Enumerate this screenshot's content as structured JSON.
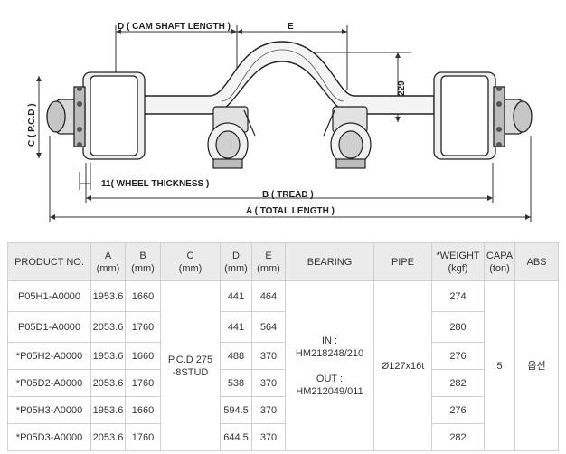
{
  "drawing": {
    "labels": {
      "cam_shaft": "D ( CAM SHAFT LENGTH )",
      "e": "E",
      "dim_229": "229",
      "pcd": "C ( P.C.D )",
      "wheel_thickness": "11( WHEEL THICKNESS )",
      "tread": "B ( TREAD )",
      "total_length": "A ( TOTAL LENGTH )"
    }
  },
  "table": {
    "headers": {
      "product": "PRODUCT NO.",
      "a": [
        "A",
        "(mm)"
      ],
      "b": [
        "B",
        "(mm)"
      ],
      "c": [
        "C",
        "(mm)"
      ],
      "d": [
        "D",
        "(mm)"
      ],
      "e": [
        "E",
        "(mm)"
      ],
      "bearing": "BEARING",
      "pipe": "PIPE",
      "weight": [
        "*WEIGHT",
        "(kgf)"
      ],
      "capa": [
        "CAPA",
        "(ton)"
      ],
      "abs": "ABS"
    },
    "rows": [
      {
        "product": "P05H1-A0000",
        "a": "1953.6",
        "b": "1660",
        "d": "441",
        "e": "464",
        "weight": "274"
      },
      {
        "product": "P05D1-A0000",
        "a": "2053.6",
        "b": "1760",
        "d": "441",
        "e": "564",
        "weight": "280"
      },
      {
        "product": "*P05H2-A0000",
        "a": "1953.6",
        "b": "1660",
        "d": "488",
        "e": "370",
        "weight": "276"
      },
      {
        "product": "*P05D2-A0000",
        "a": "2053.6",
        "b": "1760",
        "d": "538",
        "e": "370",
        "weight": "282"
      },
      {
        "product": "*P05H3-A0000",
        "a": "1953.6",
        "b": "1660",
        "d": "594.5",
        "e": "370",
        "weight": "276"
      },
      {
        "product": "*P05D3-A0000",
        "a": "2053.6",
        "b": "1760",
        "d": "644.5",
        "e": "370",
        "weight": "282"
      }
    ],
    "shared": {
      "c": [
        "P.C.D 275",
        "-8STUD"
      ],
      "bearing_in_label": "IN :",
      "bearing_in_value": "HM218248/210",
      "bearing_out_label": "OUT :",
      "bearing_out_value": "HM212049/011",
      "pipe": "Ø127x16t",
      "capa": "5",
      "abs": "옵션"
    }
  }
}
